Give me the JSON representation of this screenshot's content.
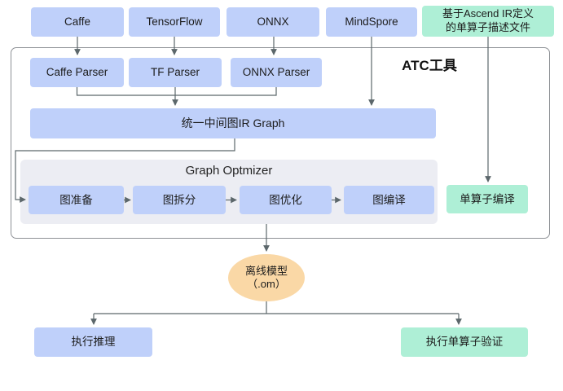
{
  "colors": {
    "framework_box": "#bfd0fa",
    "green_box": "#aeefd6",
    "optimizer_panel": "#ecedf3",
    "offline_model_ellipse": "#fad8a6",
    "connector_line": "#5c676b",
    "frame_border": "#8e9196"
  },
  "diagram": {
    "frameworks": [
      {
        "label": "Caffe"
      },
      {
        "label": "TensorFlow"
      },
      {
        "label": "ONNX"
      },
      {
        "label": "MindSpore"
      }
    ],
    "op_desc_file": {
      "line1": "基于Ascend IR定义",
      "line2": "的单算子描述文件"
    },
    "atc": {
      "title": "ATC工具",
      "parsers": [
        {
          "label": "Caffe Parser"
        },
        {
          "label": "TF Parser"
        },
        {
          "label": "ONNX Parser"
        }
      ],
      "ir_graph": "统一中间图IR Graph",
      "optimizer": {
        "title": "Graph Optmizer",
        "steps": [
          {
            "label": "图准备"
          },
          {
            "label": "图拆分"
          },
          {
            "label": "图优化"
          },
          {
            "label": "图编译"
          }
        ]
      },
      "single_op_compile": "单算子编译"
    },
    "offline_model": {
      "line1": "离线模型",
      "line2": "（.om）"
    },
    "outputs": {
      "inference": "执行推理",
      "single_op_verify": "执行单算子验证"
    }
  }
}
